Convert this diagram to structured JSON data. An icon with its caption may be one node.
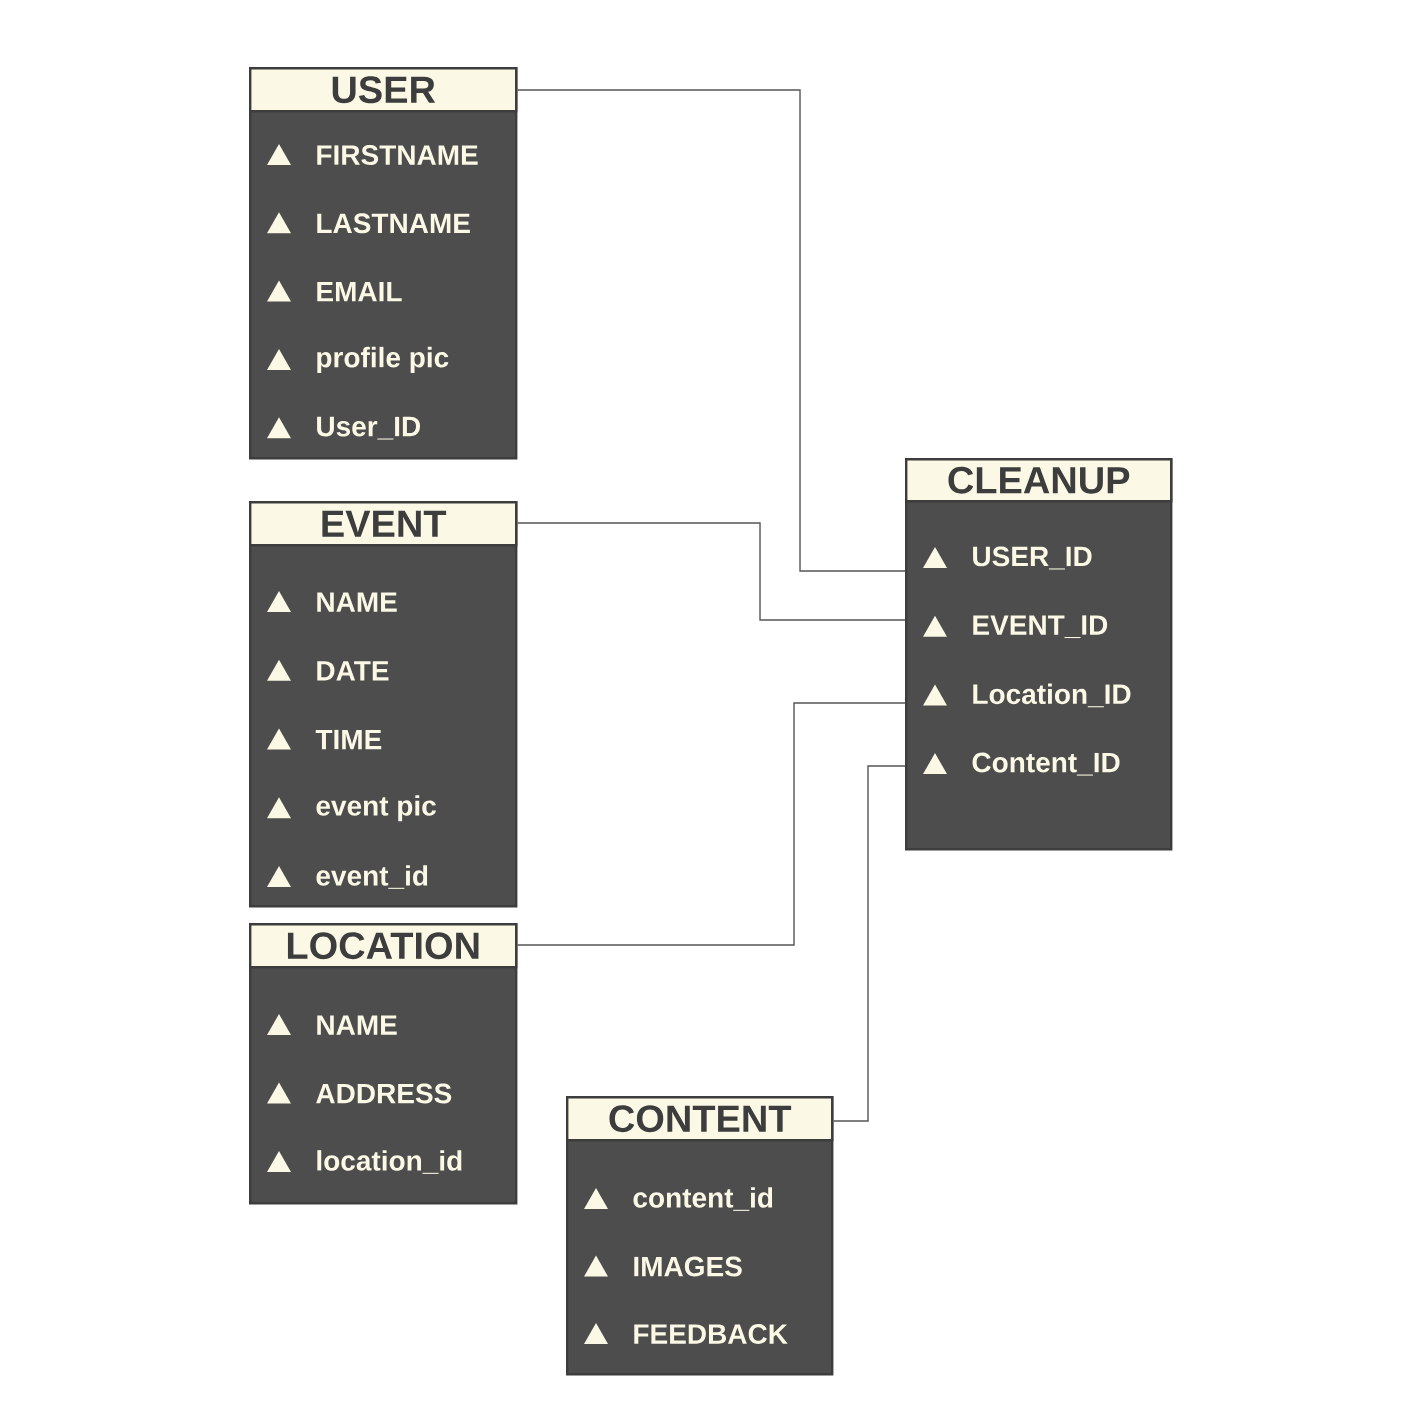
{
  "diagram": {
    "nodes": [
      {
        "text": [
          "USER",
          "FIRSTNAME",
          "LASTNAME",
          "EMAIL",
          "profile pic",
          "User_ID"
        ]
      },
      {
        "text": [
          "EVENT",
          "NAME",
          "DATE",
          "TIME",
          "event pic",
          "event_id"
        ]
      },
      {
        "text": [
          "LOCATION",
          "NAME",
          "ADDRESS",
          "location_id"
        ]
      },
      {
        "text": [
          "CONTENT",
          "content_id",
          "IMAGES",
          "FEEDBACK"
        ]
      },
      {
        "text": [
          "CLEANUP",
          "USER_ID",
          "EVENT_ID",
          "Location_ID",
          "Content_ID"
        ]
      }
    ],
    "edges": [
      {
        "from": 0,
        "to": 4,
        "arrow": "none"
      },
      {
        "from": 1,
        "to": 4,
        "arrow": "none"
      },
      {
        "from": 2,
        "to": 4,
        "arrow": "none"
      },
      {
        "from": 3,
        "to": 4,
        "arrow": "none"
      }
    ]
  }
}
